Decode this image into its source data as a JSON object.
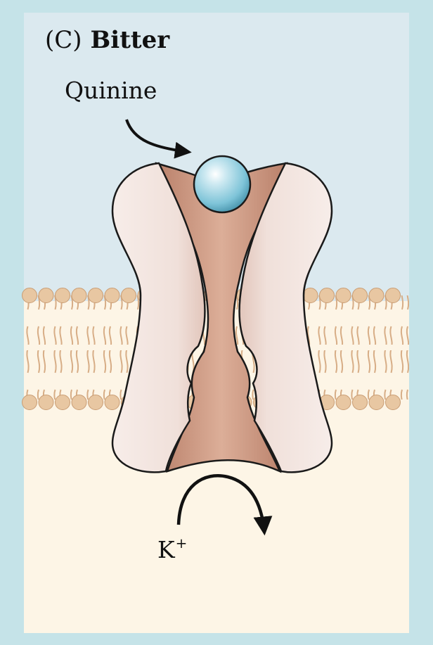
{
  "panel": {
    "letter": "(C)",
    "title": "Bitter"
  },
  "ligand": {
    "label": "Quinine"
  },
  "ion": {
    "symbol": "K",
    "charge": "+"
  },
  "colors": {
    "frame": "#c5e3e8",
    "extracellular": "#dbe9ef",
    "intracellular": "#fdf5e6",
    "lipid_head": "#e8c7a2",
    "lipid_tail": "#d7ad86",
    "channel_outer": "#f4e7e2",
    "channel_pore": "#c98f76",
    "ligand_sphere": "#7ec4d8"
  },
  "icons": [
    "quinine-sphere-icon",
    "ion-channel-icon",
    "lipid-bilayer-icon",
    "curved-arrow-icon"
  ]
}
